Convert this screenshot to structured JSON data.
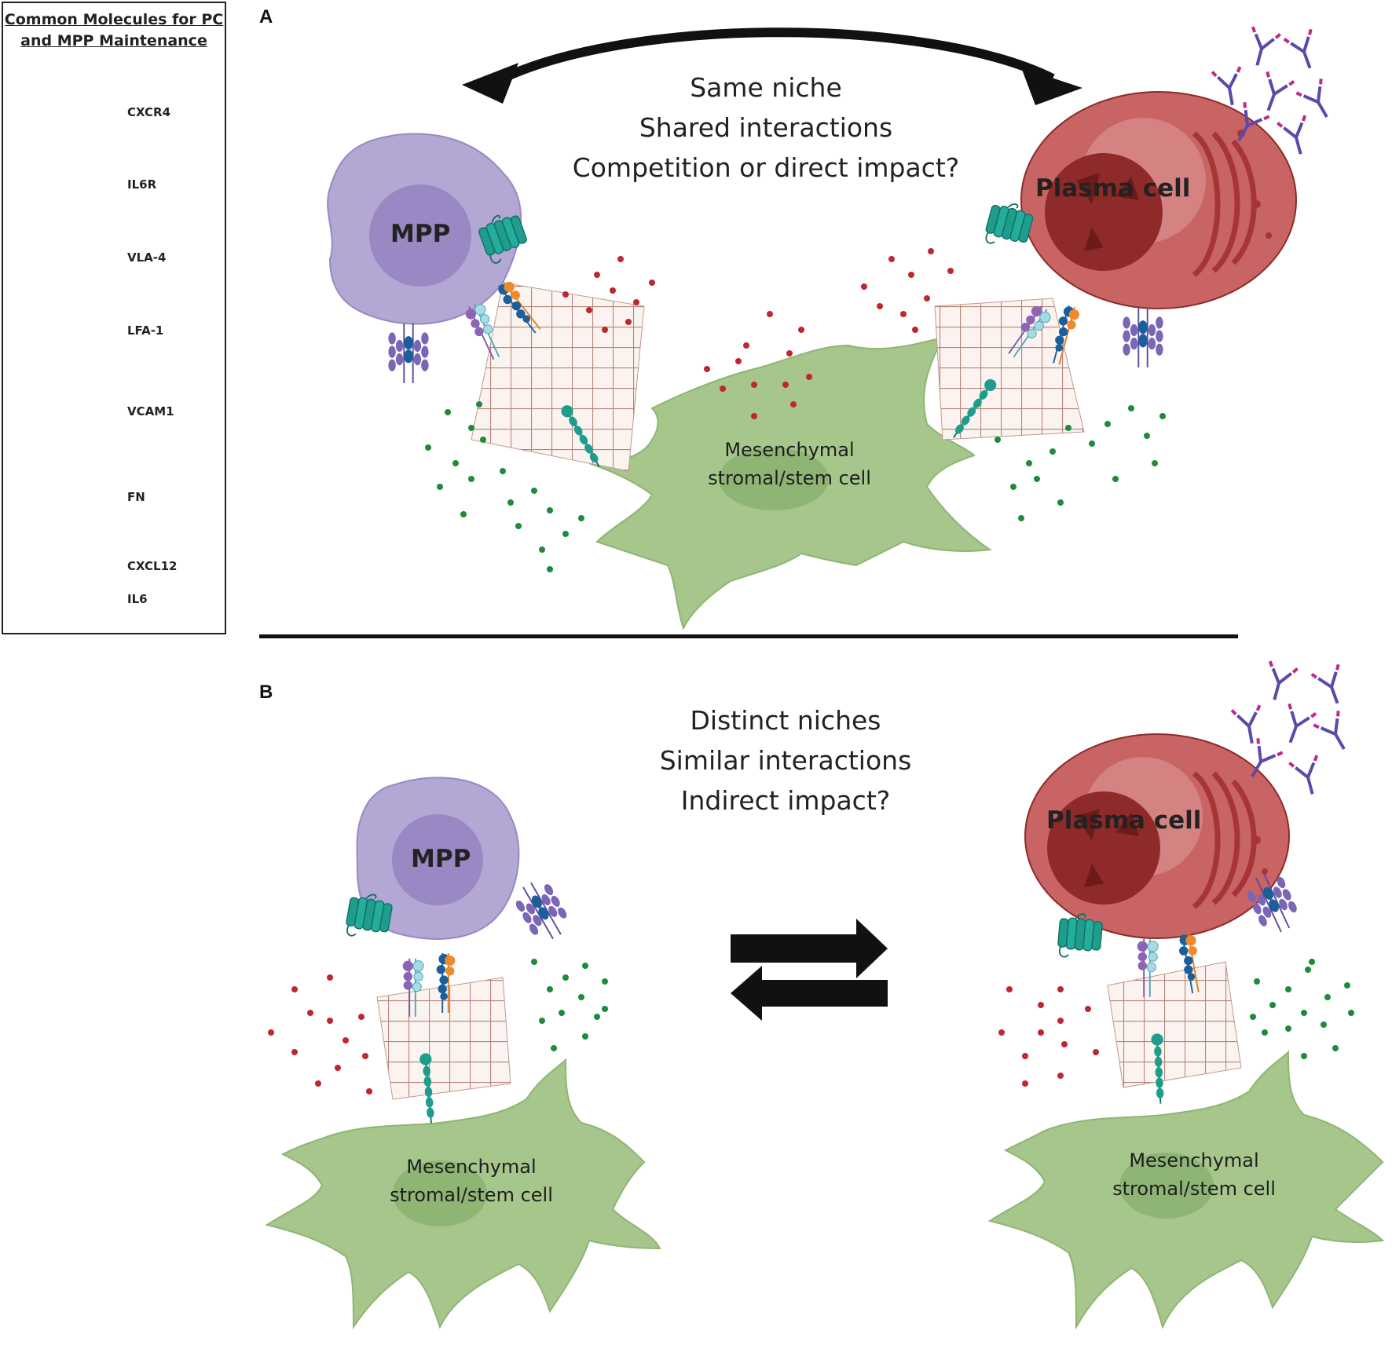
{
  "legend": {
    "title_line1": "Common Molecules for PC",
    "title_line2": "and MPP Maintenance",
    "items": [
      {
        "label": "CXCR4",
        "icon": "cxcr4-receptor-icon"
      },
      {
        "label": "IL6R",
        "icon": "il6-receptor-icon"
      },
      {
        "label": "VLA-4",
        "icon": "vla4-integrin-icon"
      },
      {
        "label": "LFA-1",
        "icon": "lfa1-integrin-icon"
      },
      {
        "label": "VCAM1",
        "icon": "vcam1-adhesion-icon"
      },
      {
        "label": "FN",
        "icon": "fibronectin-mesh-icon"
      },
      {
        "label": "CXCL12",
        "icon": "red-dot-icon"
      },
      {
        "label": "IL6",
        "icon": "green-dot-icon"
      }
    ]
  },
  "panel_a": {
    "letter": "A",
    "caption_line1": "Same niche",
    "caption_line2": "Shared interactions",
    "caption_line3": "Competition or direct impact?",
    "mpp_label": "MPP",
    "pc_label": "Plasma cell",
    "msc_line1": "Mesenchymal",
    "msc_line2": "stromal/stem cell"
  },
  "panel_b": {
    "letter": "B",
    "caption_line1": "Distinct niches",
    "caption_line2": "Similar interactions",
    "caption_line3": "Indirect impact?",
    "mpp_label": "MPP",
    "pc_label": "Plasma cell",
    "msc_left_line1": "Mesenchymal",
    "msc_left_line2": "stromal/stem cell",
    "msc_right_line1": "Mesenchymal",
    "msc_right_line2": "stromal/stem cell"
  },
  "colors": {
    "mpp": "#b3a7d3",
    "mpp_nucleus": "#9a88c4",
    "plasma_cell": "#c86464",
    "plasma_nucleus": "#8e2a2a",
    "msc": "#a6c68c",
    "cxcl12": "#c0272d",
    "il6": "#1f8a3a",
    "cxcr4": "#1e9c8c",
    "fibronectin": "#b98a80"
  }
}
